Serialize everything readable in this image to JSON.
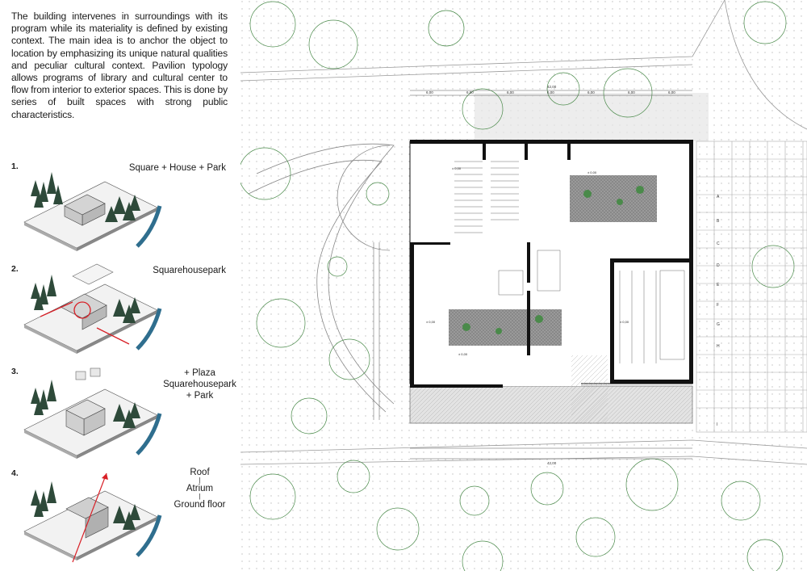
{
  "intro_text": "The building intervenes in surroundings with its program while its materiality is defined by existing  context. The main idea is to anchor the object to location by emphasizing its unique natural qualities and peculiar cultural context. Pavilion typology allows programs of library and cultural center to flow from interior to exterior spaces. This is done by series of built spaces with strong public characteristics.",
  "steps": [
    {
      "number": "1.",
      "caption": [
        "Square + House + Park"
      ]
    },
    {
      "number": "2.",
      "caption": [
        "Squarehousepark"
      ]
    },
    {
      "number": "3.",
      "caption": [
        "+ Plaza",
        "Squarehousepark",
        "+ Park"
      ]
    },
    {
      "number": "4.",
      "caption": [
        "Roof",
        "Atrium",
        "Ground floor"
      ]
    }
  ],
  "plan": {
    "grid_letters_right": [
      "A",
      "B",
      "C",
      "D",
      "E",
      "F",
      "G",
      "H",
      "I"
    ],
    "level_labels": [
      "± 0,00",
      "± 0,00",
      "± 0,00",
      "± 0,00",
      "± 0,00"
    ],
    "dimension_labels": [
      "6,00",
      "6,00",
      "6,00",
      "6,00",
      "6,00",
      "6,00",
      "6,00"
    ],
    "overall_dimension": "42,00"
  },
  "colors": {
    "wall": "#111111",
    "landscape_dots": "#c9c9c9",
    "tree_green": "#3a7a3a",
    "accent_red": "#d81f26",
    "water_blue": "#2f6e8e",
    "paving_gray": "#dcdcdc"
  }
}
